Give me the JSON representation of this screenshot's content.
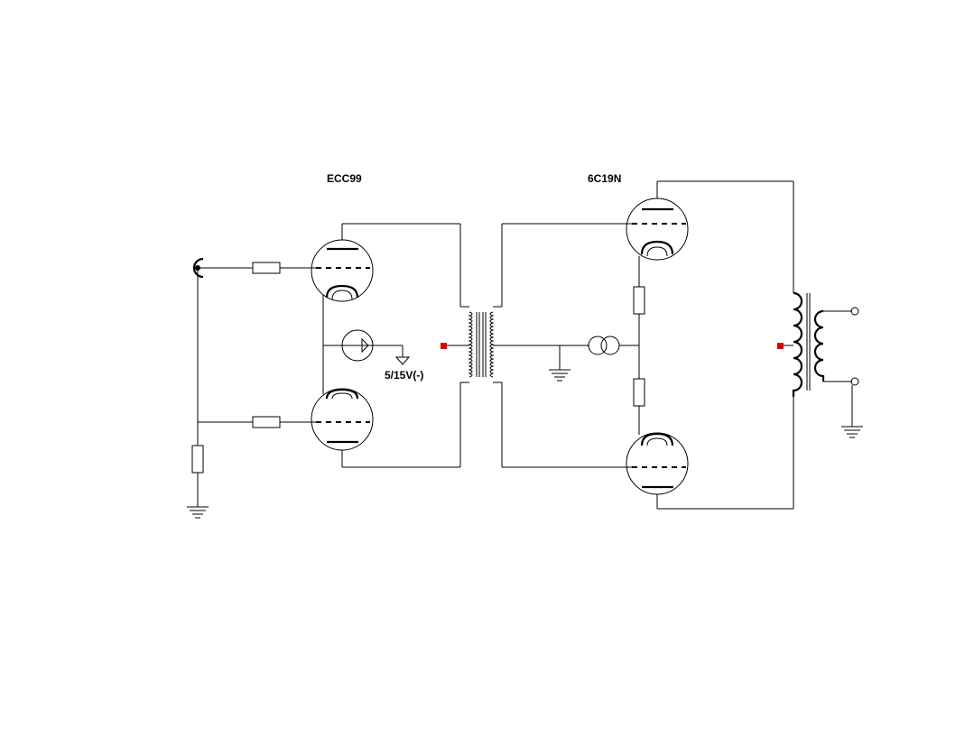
{
  "labels": {
    "driver_tube": "ECC99",
    "output_tube": "6C19N",
    "bias_supply": "5/15V(-)"
  },
  "colors": {
    "wire": "#000000",
    "marker": "#e00000",
    "background": "#ffffff"
  },
  "icons": {
    "input_jack": "rca-jack-icon",
    "ground": "ground-icon",
    "resistor": "resistor-icon",
    "current_source": "current-source-icon",
    "transformer": "transformer-icon",
    "output_terminal": "terminal-icon"
  }
}
